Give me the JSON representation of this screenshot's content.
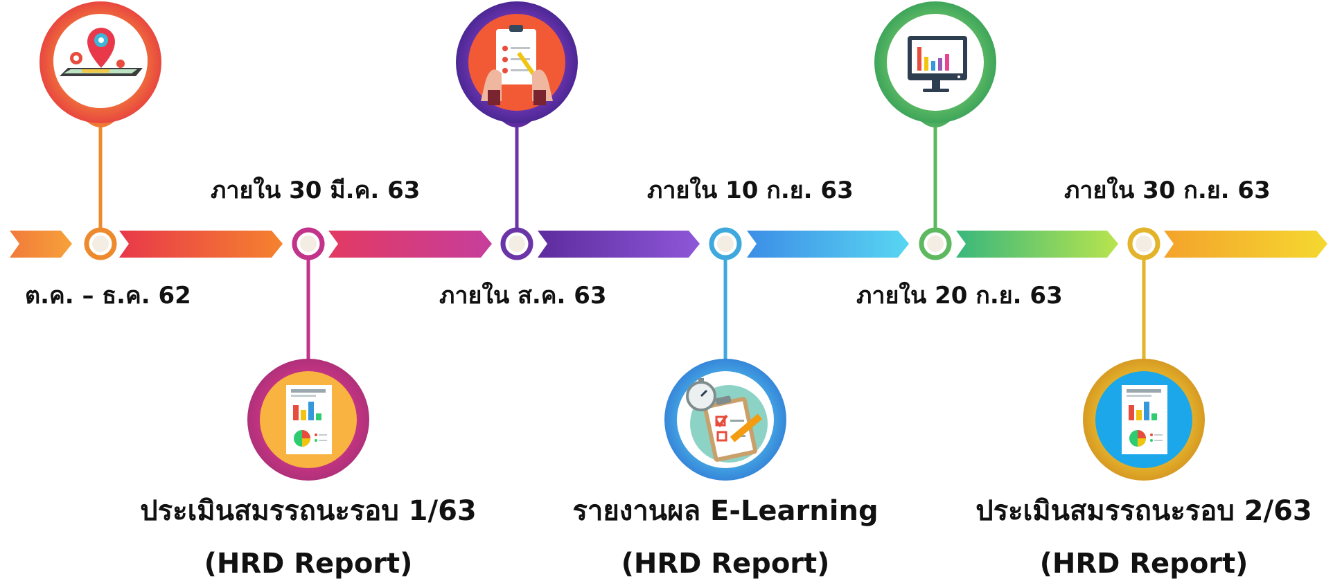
{
  "timeline": {
    "milestones": [
      {
        "date": "ต.ค. – ธ.ค. 62",
        "color": "#EE8A2E",
        "icon": "map-tablet-icon"
      },
      {
        "date": "ภายใน 30 มี.ค. 63",
        "color": "#C2338A",
        "icon": "report-chart-icon",
        "title": "ประเมินสมรรถนะรอบ 1/63",
        "subtitle": "(HRD Report)"
      },
      {
        "date": "ภายใน ส.ค. 63",
        "color": "#6B35A8",
        "icon": "clipboard-checklist-icon"
      },
      {
        "date": "ภายใน 10 ก.ย. 63",
        "color": "#3FA9DE",
        "icon": "clipboard-stopwatch-icon",
        "title": "รายงานผล E-Learning",
        "subtitle": "(HRD Report)"
      },
      {
        "date": "ภายใน 20 ก.ย. 63",
        "color": "#5DB85E",
        "icon": "monitor-chart-icon"
      },
      {
        "date": "ภายใน 30 ก.ย. 63",
        "color": "#E3B42B",
        "icon": "report-chart-icon",
        "title": "ประเมินสมรรถนะรอบ 2/63",
        "subtitle": "(HRD Report)"
      }
    ]
  }
}
